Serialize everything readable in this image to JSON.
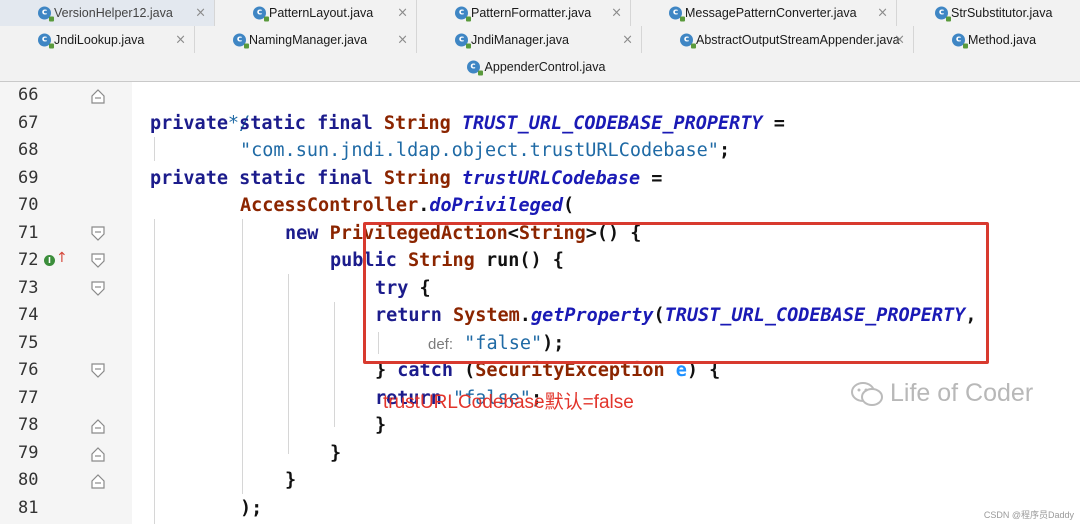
{
  "tabs": {
    "row1": [
      {
        "label": "VersionHelper12.java",
        "active": true
      },
      {
        "label": "PatternLayout.java"
      },
      {
        "label": "PatternFormatter.java"
      },
      {
        "label": "MessagePatternConverter.java"
      },
      {
        "label": "StrSubstitutor.java"
      }
    ],
    "row2": [
      {
        "label": "JndiLookup.java"
      },
      {
        "label": "NamingManager.java"
      },
      {
        "label": "JndiManager.java"
      },
      {
        "label": "AbstractOutputStreamAppender.java"
      },
      {
        "label": "Method.java"
      }
    ],
    "row3": [
      {
        "label": "AppenderControl.java"
      }
    ],
    "class_icon_letter": "c",
    "close_glyph": "×"
  },
  "editor": {
    "line_numbers": [
      "66",
      "67",
      "68",
      "69",
      "70",
      "71",
      "72",
      "73",
      "74",
      "75",
      "76",
      "77",
      "78",
      "79",
      "80",
      "81"
    ],
    "code": {
      "l66": "*/",
      "l67_kw": "private static final ",
      "l67_ty": "String ",
      "l67_const": "TRUST_URL_CODEBASE_PROPERTY",
      "l67_eq": " =",
      "l68_str": "\"com.sun.jndi.ldap.object.trustURLCodebase\"",
      "l68_end": ";",
      "l69_kw": "private static final ",
      "l69_ty": "String ",
      "l69_field": "trustURLCodebase",
      "l69_eq": " =",
      "l70_cls": "AccessController",
      "l70_dot": ".",
      "l70_method": "doPrivileged",
      "l70_paren": "(",
      "l71_kw": "new ",
      "l71_ty": "PrivilegedAction",
      "l71_lt": "<",
      "l71_ty2": "String",
      "l71_rest": ">() {",
      "l72_kw": "public ",
      "l72_ty": "String ",
      "l72_rest": "run() {",
      "l73_kw": "try",
      "l73_rest": " {",
      "l74_kw": "return ",
      "l74_cls": "System",
      "l74_dot": ".",
      "l74_method": "getProperty",
      "l74_paren": "(",
      "l74_const": "TRUST_URL_CODEBASE_PROPERTY",
      "l74_comma": ",",
      "l75_hint": "def:",
      "l75_str": "\"false\"",
      "l75_end": ");",
      "l76_brace": "} ",
      "l76_kw": "catch",
      "l76_open": " (",
      "l76_ty": "SecurityException",
      "l76_param": " e",
      "l76_close": ") {",
      "l77_kw": "return ",
      "l77_str": "\"false\"",
      "l77_end": ";",
      "l78": "}",
      "l79": "}",
      "l80": "}",
      "l81": ");"
    },
    "implements_badge": "I",
    "implements_arrow": "↑"
  },
  "annotation": "trustURLCodebase默认=false",
  "watermark": "Life of Coder",
  "credit": "CSDN @程序员Daddy",
  "colors": {
    "highlight_border": "#d83a2f",
    "annotation": "#e2342b",
    "keyword": "#1c1c8c",
    "type": "#8b2500",
    "string": "#1f6aa5"
  }
}
